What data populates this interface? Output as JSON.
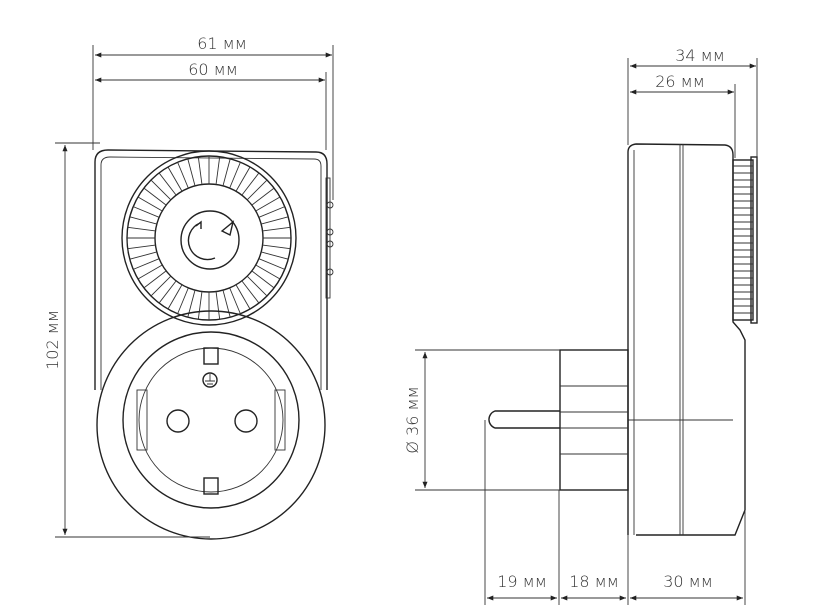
{
  "dimensions": {
    "front_width_outer": "61 мм",
    "front_width_inner": "60 мм",
    "front_height": "102 мм",
    "side_depth_total": "34 мм",
    "side_depth_body": "26 мм",
    "plug_diameter": "Ø 36 мм",
    "pin_length": "19 мм",
    "plug_base": "18 мм",
    "body_depth": "30 мм"
  }
}
